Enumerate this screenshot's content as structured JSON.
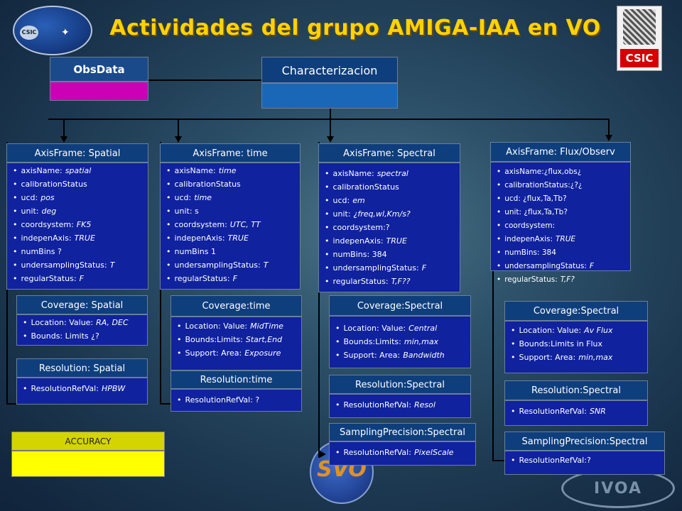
{
  "title": "Actividades del grupo AMIGA-IAA en VO",
  "logos": {
    "csic": "CSIC",
    "iaa_center": "CSIC",
    "svo": "SVO",
    "ivoa": "IVOA"
  },
  "obsdata": {
    "label": "ObsData"
  },
  "characterization": {
    "label": "Characterizacion"
  },
  "accuracy": {
    "label": "ACCURACY"
  },
  "colors": {
    "title": "#ffd200",
    "header": "#0f3e7d",
    "body": "#10229e",
    "obsdata": "#cc00b4",
    "accuracy": "#ffff00"
  },
  "spatial": {
    "axis_header": "AxisFrame: Spatial",
    "axis_items": [
      {
        "k": "axisName:",
        "v": "spatial"
      },
      {
        "k": "calibrationStatus",
        "v": ""
      },
      {
        "k": "ucd:",
        "v": "pos"
      },
      {
        "k": "unit:",
        "v": "deg"
      },
      {
        "k": "coordsystem:",
        "v": "FK5"
      },
      {
        "k": "indepenAxis:",
        "v": "TRUE"
      },
      {
        "k": "numBins ?",
        "v": ""
      },
      {
        "k": "undersamplingStatus:",
        "v": "T"
      },
      {
        "k": "regularStatus:",
        "v": "F"
      }
    ],
    "coverage_header": "Coverage: Spatial",
    "coverage_items": [
      {
        "k": "Location:  Value:",
        "v": "RA, DEC"
      },
      {
        "k": "Bounds:  Limits  ¿?",
        "v": ""
      }
    ],
    "resolution_header": "Resolution: Spatial",
    "resolution_items": [
      {
        "k": "ResolutionRefVal:",
        "v": "HPBW"
      }
    ]
  },
  "time": {
    "axis_header": "AxisFrame: time",
    "axis_items": [
      {
        "k": "axisName:",
        "v": "time"
      },
      {
        "k": "calibrationStatus",
        "v": ""
      },
      {
        "k": "ucd:",
        "v": "time"
      },
      {
        "k": "unit:  s",
        "v": ""
      },
      {
        "k": "coordsystem:",
        "v": "UTC, TT"
      },
      {
        "k": "indepenAxis:",
        "v": "TRUE"
      },
      {
        "k": "numBins  1",
        "v": ""
      },
      {
        "k": "undersamplingStatus:",
        "v": "T"
      },
      {
        "k": "regularStatus:",
        "v": "F"
      }
    ],
    "coverage_header": "Coverage:time",
    "coverage_items": [
      {
        "k": "Location:  Value:",
        "v": "MidTime"
      },
      {
        "k": "Bounds:Limits:",
        "v": "Start,End"
      },
      {
        "k": "Support:  Area:",
        "v": "Exposure"
      }
    ],
    "resolution_header": "Resolution:time",
    "resolution_items": [
      {
        "k": "ResolutionRefVal:  ?",
        "v": ""
      }
    ]
  },
  "spectral": {
    "axis_header": "AxisFrame: Spectral",
    "axis_items": [
      {
        "k": "axisName:",
        "v": "spectral"
      },
      {
        "k": "calibrationStatus",
        "v": ""
      },
      {
        "k": "ucd:",
        "v": "em"
      },
      {
        "k": "unit:",
        "v": "¿freq,wl,Km/s?"
      },
      {
        "k": "coordsystem:?",
        "v": ""
      },
      {
        "k": "indepenAxis:",
        "v": "TRUE"
      },
      {
        "k": "numBins:  384",
        "v": ""
      },
      {
        "k": "undersamplingStatus:",
        "v": "F"
      },
      {
        "k": "regularStatus:",
        "v": "T,F??"
      }
    ],
    "coverage_header": "Coverage:Spectral",
    "coverage_items": [
      {
        "k": "Location:  Value:",
        "v": "Central"
      },
      {
        "k": "Bounds:Limits:",
        "v": "min,max"
      },
      {
        "k": "Support:  Area:",
        "v": "Bandwidth"
      }
    ],
    "resolution_header": "Resolution:Spectral",
    "resolution_items": [
      {
        "k": "ResolutionRefVal:",
        "v": "Resol"
      }
    ],
    "sampling_header": "SamplingPrecision:Spectral",
    "sampling_items": [
      {
        "k": "ResolutionRefVal:",
        "v": "PixelScale"
      }
    ]
  },
  "flux": {
    "axis_header": "AxisFrame: Flux/Observ",
    "axis_items": [
      {
        "k": "axisName:¿flux,obs¿",
        "v": ""
      },
      {
        "k": "calibrationStatus:¿?¿",
        "v": ""
      },
      {
        "k": "ucd:  ¿flux,Ta,Tb?",
        "v": ""
      },
      {
        "k": "unit:  ¿flux,Ta,Tb?",
        "v": ""
      },
      {
        "k": "coordsystem:",
        "v": ""
      },
      {
        "k": "indepenAxis:",
        "v": "TRUE"
      },
      {
        "k": "numBins:  384",
        "v": ""
      },
      {
        "k": "undersamplingStatus:",
        "v": "F"
      },
      {
        "k": "regularStatus:",
        "v": "T,F?"
      }
    ],
    "coverage_header": "Coverage:Spectral",
    "coverage_items": [
      {
        "k": "Location:  Value:",
        "v": "Av Flux"
      },
      {
        "k": "Bounds:Limits  in Flux",
        "v": ""
      },
      {
        "k": "Support:  Area:",
        "v": "min,max"
      }
    ],
    "resolution_header": "Resolution:Spectral",
    "resolution_items": [
      {
        "k": "ResolutionRefVal:",
        "v": "SNR"
      }
    ],
    "sampling_header": "SamplingPrecision:Spectral",
    "sampling_items": [
      {
        "k": "ResolutionRefVal:?",
        "v": ""
      }
    ]
  }
}
